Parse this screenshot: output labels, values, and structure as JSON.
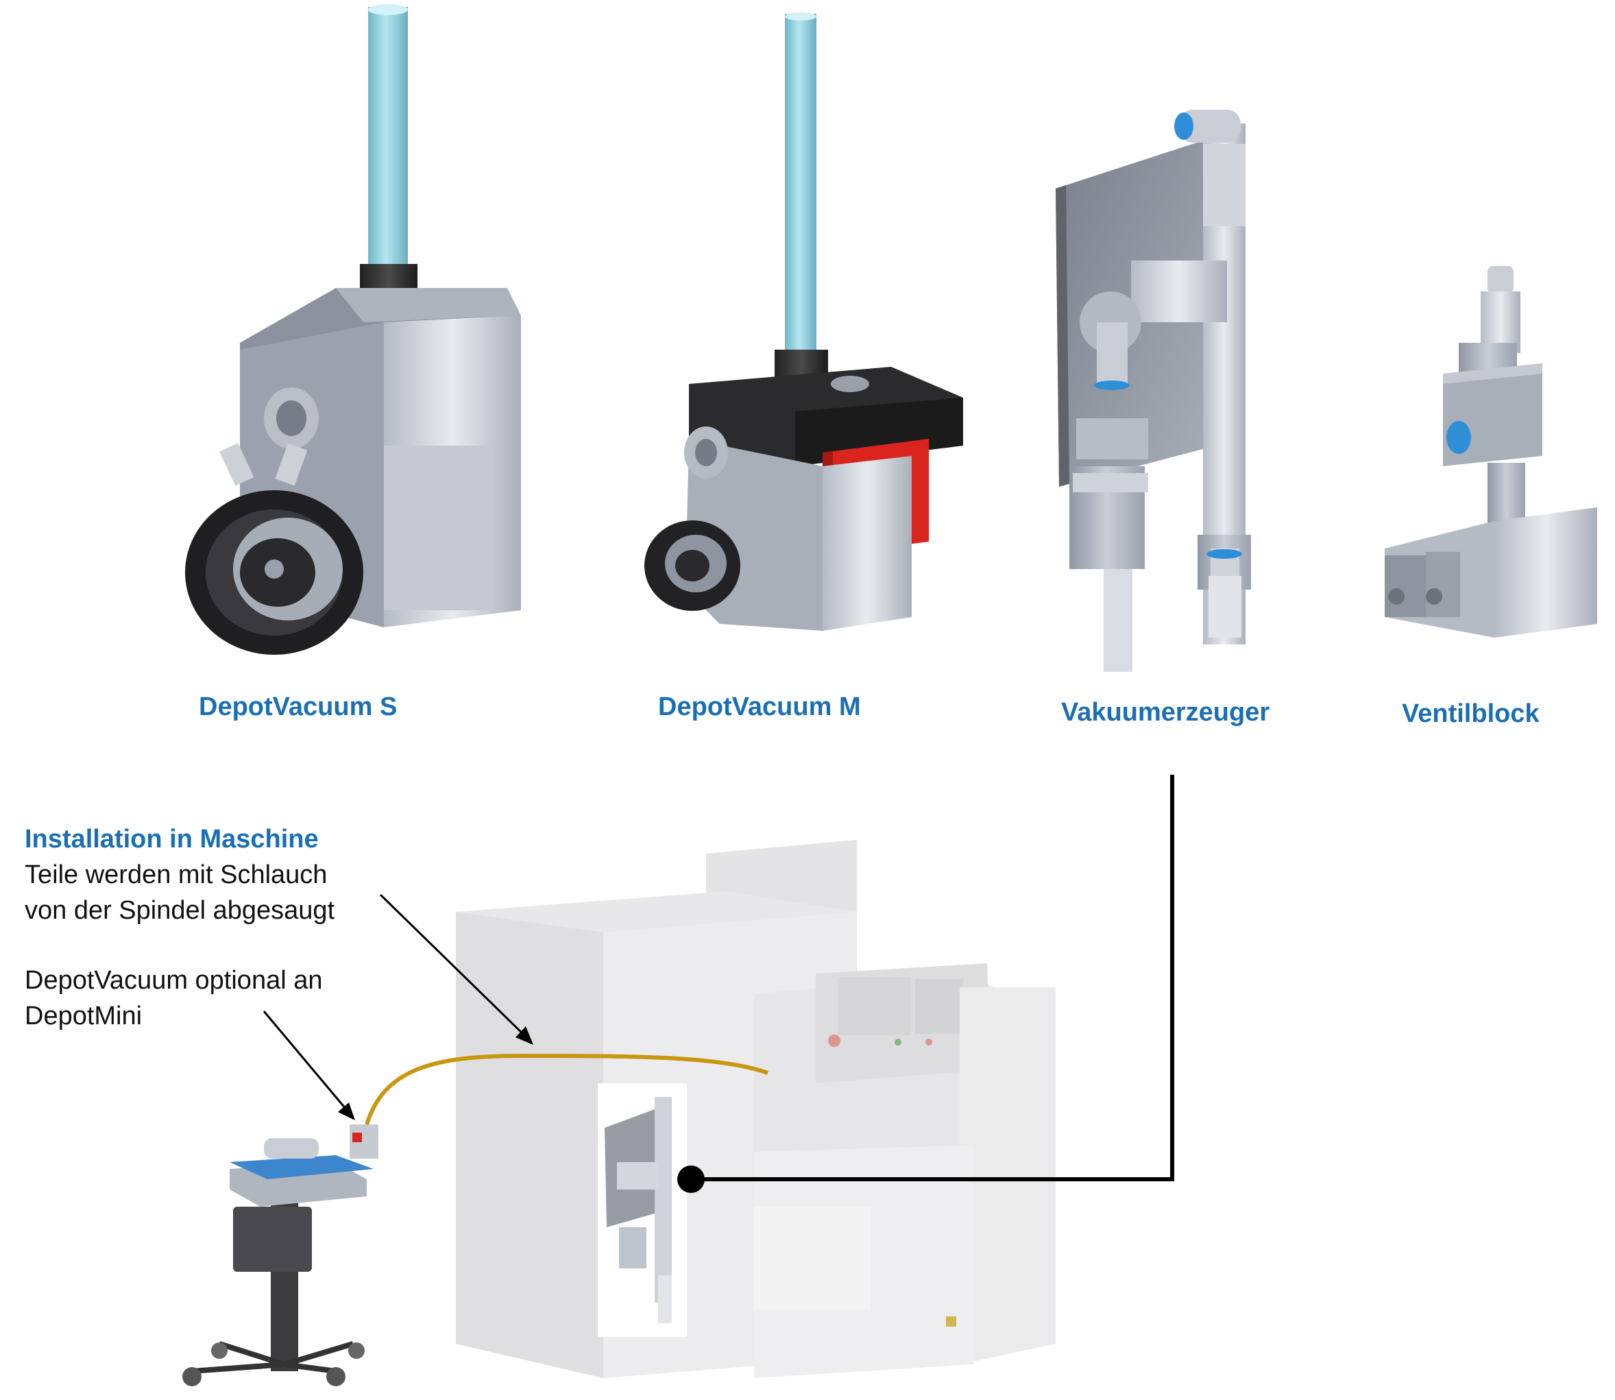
{
  "products": [
    {
      "name": "DepotVacuum S"
    },
    {
      "name": "DepotVacuum M"
    },
    {
      "name": "Vakuumerzeuger"
    },
    {
      "name": "Ventilblock"
    }
  ],
  "installation": {
    "title": "Installation in Maschine",
    "line1": "Teile werden mit Schlauch",
    "line2": "von der Spindel abgesaugt"
  },
  "optional": {
    "line1": "DepotVacuum optional an",
    "line2": "DepotMini"
  },
  "colors": {
    "label_blue": "#1a6fb4",
    "hose": "#c9960f",
    "machine": "#e2e2e2",
    "accent_red": "#d9251d",
    "accent_blue": "#2f8fd6",
    "tube": "#8ecfdc"
  }
}
